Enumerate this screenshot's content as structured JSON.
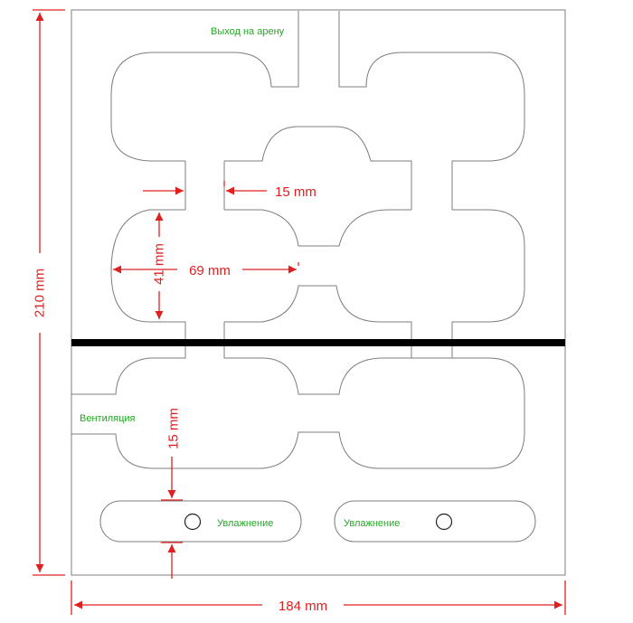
{
  "labels": {
    "arena_exit": "Выход на арену",
    "ventilation": "Вентиляция",
    "humidification_left": "Увлажнение",
    "humidification_right": "Увлажнение"
  },
  "dimensions": {
    "height_total": "210 mm",
    "width_total": "184 mm",
    "passage_width": "15 mm",
    "chamber_length": "69 mm",
    "chamber_height": "41 mm",
    "gap_to_humidifier": "15 mm"
  },
  "colors": {
    "outline": "#7d7d7d",
    "dimension": "#e02020",
    "label": "#22aa22",
    "divider": "#000000"
  }
}
